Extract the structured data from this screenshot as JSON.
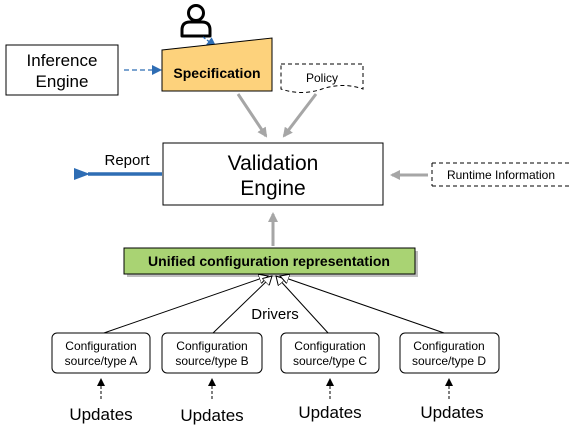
{
  "nodes": {
    "inference_engine": {
      "line1": "Inference",
      "line2": "Engine"
    },
    "specification": {
      "label": "Specification"
    },
    "policy": {
      "label": "Policy"
    },
    "validation_engine": {
      "line1": "Validation",
      "line2": "Engine"
    },
    "runtime_information": {
      "label": "Runtime Information"
    },
    "unified_representation": {
      "label": "Unified configuration representation"
    },
    "sources": [
      {
        "line1": "Configuration",
        "line2": "source/type A"
      },
      {
        "line1": "Configuration",
        "line2": "source/type B"
      },
      {
        "line1": "Configuration",
        "line2": "source/type C"
      },
      {
        "line1": "Configuration",
        "line2": "source/type D"
      }
    ]
  },
  "labels": {
    "report": "Report",
    "drivers": "Drivers",
    "updates": [
      "Updates",
      "Updates",
      "Updates",
      "Updates"
    ]
  },
  "colors": {
    "specification_fill": "#fdd27c",
    "unified_fill": "#a9d373",
    "blue_arrow": "#2e6db4",
    "gray_arrow": "#a6a6a6"
  },
  "icons": {
    "user": "person-icon"
  }
}
